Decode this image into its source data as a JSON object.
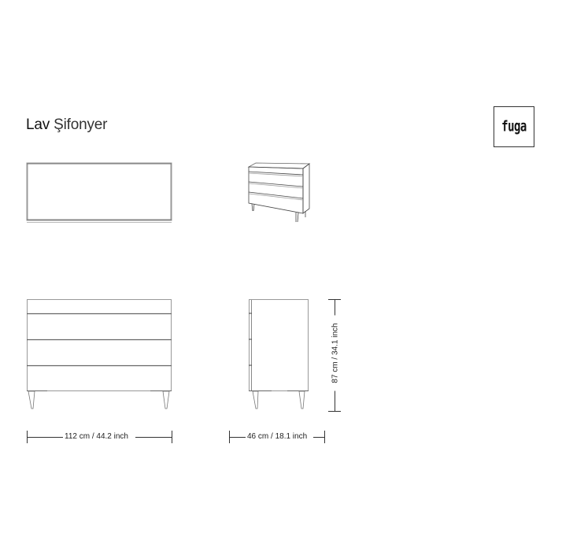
{
  "header": {
    "title_bold": "Lav",
    "title_light": "Şifonyer"
  },
  "logo": {
    "text": "fuga"
  },
  "views": {
    "top": "top-view",
    "perspective": "perspective-view",
    "front": "front-view",
    "side": "side-view"
  },
  "dimensions": {
    "width": "112 cm / 44.2 inch",
    "depth": "46 cm / 18.1 inch",
    "height": "87 cm / 34.1 inch"
  },
  "colors": {
    "line": "#555555",
    "light_line": "#aaaaaa",
    "background": "#ffffff"
  }
}
